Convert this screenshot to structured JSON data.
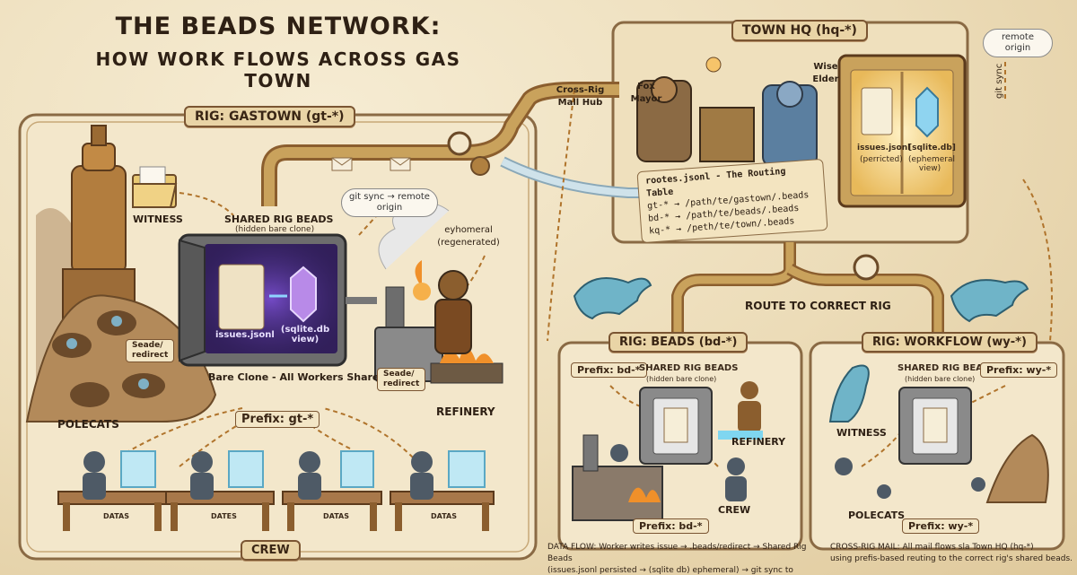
{
  "title": {
    "line1": "THE BEADS NETWORK:",
    "line2": "HOW WORK FLOWS ACROSS GAS TOWN"
  },
  "gastown": {
    "banner": "RIG: GASTOWN (gt-*)",
    "witness": "WITNESS",
    "shared_beads": "SHARED RIG BEADS",
    "hidden_clone": "(hidden bare clone)",
    "git_sync": "git sync → remote origin",
    "ephemeral": "eyhomeral (regenerated)",
    "issues": "issues.jsonl",
    "sqlite": "(sqlite.db view)",
    "bare_clone": "Bare Clone - All Workers Share",
    "redirect_left": "Seade/ redirect",
    "redirect_right": "Seade/ redirect",
    "refinery": "REFINERY",
    "polecats": "POLECATS",
    "prefix": "Prefix: gt-*",
    "crew": "CREW",
    "desk_labels": [
      "DATAS",
      "DATES",
      "DATAS",
      "DATAS"
    ]
  },
  "town_hq": {
    "banner": "TOWN HQ (hq-*)",
    "remote_origin": "remote origin",
    "git_sync": "git sync",
    "cross_rig": "Cross-Rig Mall Hub",
    "fox_mayor": "Fox Mayor",
    "wise_elder": "Wise Elder",
    "issues": "issues.jsonl",
    "issues_sub": "(perricted)",
    "sqlite": "[sqlite.db]",
    "sqlite_sub": "(ephemeral view)",
    "routing": [
      "rootes.jsonl - The Routing Table",
      "gt-* → /path/te/gastown/.beads",
      "bd-* → /path/te/beads/.beads",
      "kq-* → /peth/te/town/.beads"
    ]
  },
  "route_label": "ROUTE TO CORRECT RIG",
  "beads_rig": {
    "banner": "RIG: BEADS (bd-*)",
    "prefix_top": "Prefix: bd-*",
    "shared_beads": "SHARED RIG BEADS",
    "hidden_clone": "(hidden bare clone)",
    "refinery": "REFINERY",
    "crew": "CREW",
    "prefix_bottom": "Prefix: bd-*"
  },
  "workflow_rig": {
    "banner": "RIG: WORKFLOW (wy-*)",
    "shared_beads": "SHARED RIG BEADS",
    "hidden_clone": "(hidden bare clone)",
    "prefix_top": "Prefix: wy-*",
    "witness": "WITNESS",
    "polecats": "POLECATS",
    "prefix_bottom": "Prefix: wy-*"
  },
  "footer": {
    "data_flow_1": "DATA FLOW: Worker writes issue → .beads/redirect → Shared Rig Beads",
    "data_flow_2": "(issues.jsonl persisted → (sqlite db) ephemeral) → git sync to remote",
    "cross_rig_1": "CROSS-RIG MAIL: All mail flows sla Town HQ (hq-*)",
    "cross_rig_2": "using prefis-based reuting to the correct rig's shared beads."
  },
  "colors": {
    "parchment": "#efe3c6",
    "wood": "#7a5532",
    "brass": "#c9a25c",
    "glow_blue": "#7fd6f0",
    "glow_purple": "#8a5cd6",
    "fire": "#f0902a"
  }
}
